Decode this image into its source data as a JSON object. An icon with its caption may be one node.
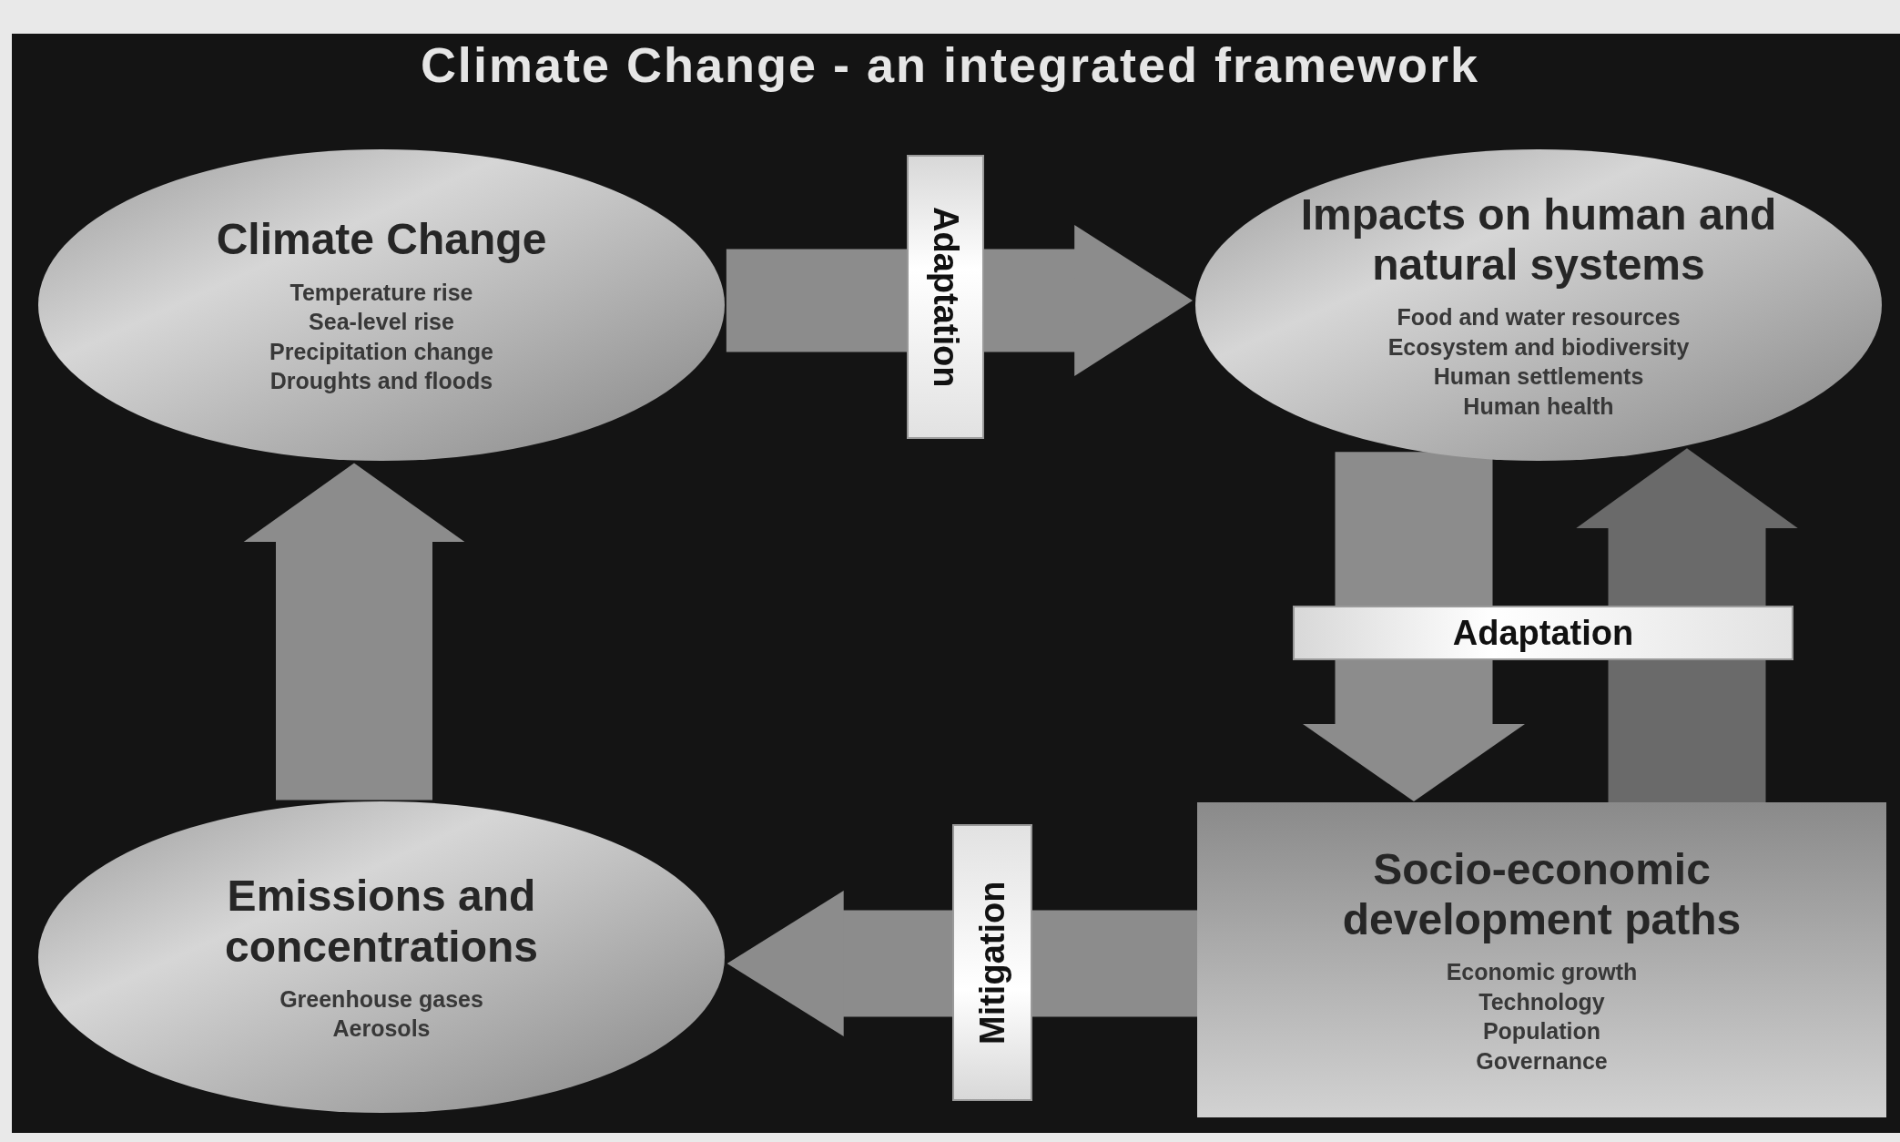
{
  "diagram": {
    "title": "Climate Change - an integrated framework",
    "nodes": [
      {
        "text": [
          "Climate Change",
          "Temperature rise",
          "Sea-level rise",
          "Precipitation change",
          "Droughts and floods"
        ]
      },
      {
        "text": [
          "Impacts on human and natural systems",
          "Food and water resources",
          "Ecosystem and biodiversity",
          "Human settlements",
          "Human health"
        ]
      },
      {
        "text": [
          "Emissions and concentrations",
          "Greenhouse gases",
          "Aerosols"
        ]
      },
      {
        "text": [
          "Socio-economic development paths",
          "Economic growth",
          "Technology",
          "Population",
          "Governance"
        ]
      }
    ],
    "edges": [
      {
        "from": 0,
        "to": 1,
        "arrow": "to",
        "label": "Adaptation"
      },
      {
        "from": 1,
        "to": 3,
        "arrow": "to",
        "label": "Adaptation"
      },
      {
        "from": 3,
        "to": 1,
        "arrow": "to",
        "color": "#6a6a6a"
      },
      {
        "from": 3,
        "to": 2,
        "arrow": "to",
        "label": "Mitigation"
      },
      {
        "from": 2,
        "to": 0,
        "arrow": "to"
      }
    ]
  }
}
